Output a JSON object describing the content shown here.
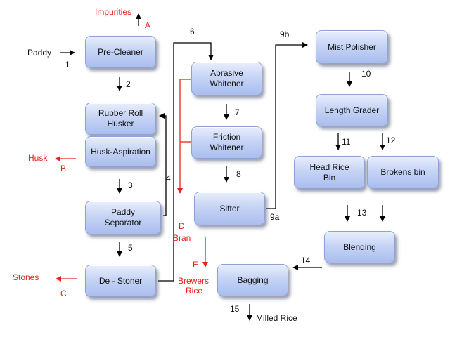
{
  "colors": {
    "accent_red": "#e8231e",
    "line_black": "#000000",
    "box_fill": "#c6d4f5"
  },
  "boxes": {
    "pre_cleaner": "Pre-Cleaner",
    "rubber_roll_1": "Rubber Roll",
    "rubber_roll_2": "Husker",
    "husk_aspiration": "Husk-Aspiration",
    "paddy_separator_1": "Paddy",
    "paddy_separator_2": "Separator",
    "de_stoner": "De - Stoner",
    "abrasive_1": "Abrasive",
    "abrasive_2": "Whitener",
    "friction_1": "Friction",
    "friction_2": "Whitener",
    "sifter": "Sifter",
    "bagging": "Bagging",
    "mist_polisher": "Mist Polisher",
    "length_grader": "Length Grader",
    "head_rice_1": "Head Rice",
    "head_rice_2": "Bin",
    "brokens_bin": "Brokens bin",
    "blending": "Blending"
  },
  "labels": {
    "paddy": "Paddy",
    "impurities": "Impurities",
    "A": "A",
    "husk": "Husk",
    "B": "B",
    "stones": "Stones",
    "C": "C",
    "D": "D",
    "bran": "Bran",
    "E": "E",
    "brewers": "Brewers",
    "rice": "Rice",
    "milled_rice": "Milled Rice"
  },
  "steps": {
    "s1": "1",
    "s2": "2",
    "s3": "3",
    "s4": "4",
    "s5": "5",
    "s6": "6",
    "s7": "7",
    "s8": "8",
    "s9a": "9a",
    "s9b": "9b",
    "s10": "10",
    "s11": "11",
    "s12": "12",
    "s13": "13",
    "s14": "14",
    "s15": "15"
  }
}
